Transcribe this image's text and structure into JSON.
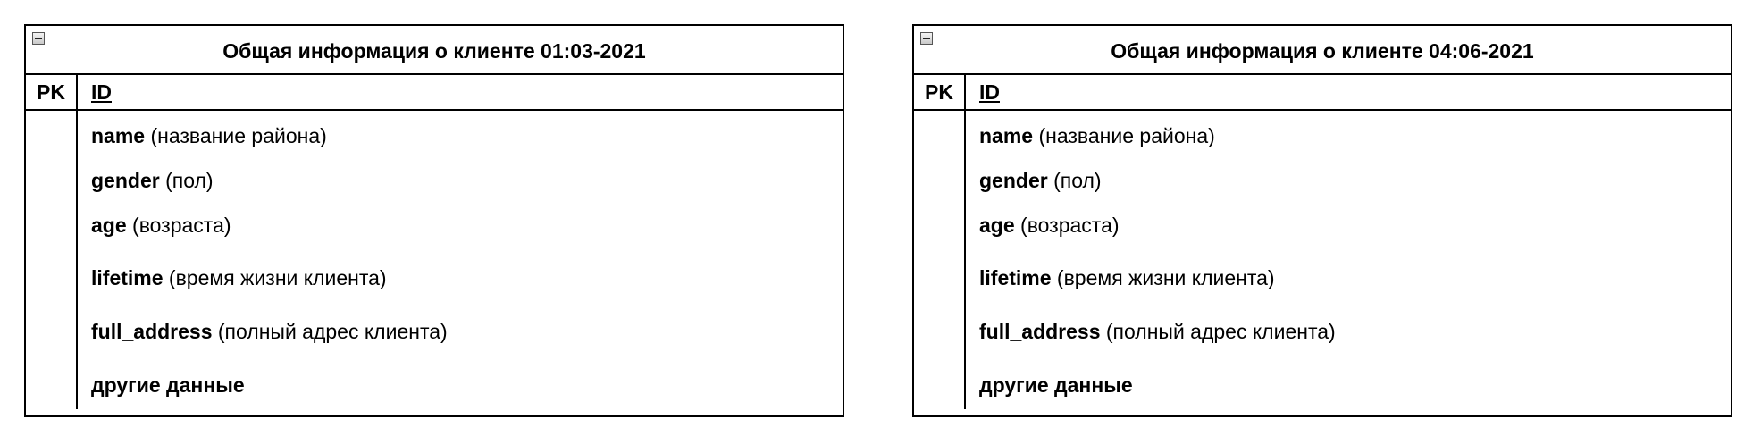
{
  "entities": [
    {
      "title": "Общая информация о клиенте 01:03-2021",
      "pk_label": "PK",
      "pk_field": "ID",
      "fields": [
        {
          "name": "name",
          "desc": " (название района)"
        },
        {
          "name": "gender",
          "desc": " (пол)"
        },
        {
          "name": "age",
          "desc": " (возраста)"
        },
        {
          "name": "lifetime",
          "desc": " (время жизни клиента)"
        },
        {
          "name": "full_address",
          "desc": " (полный адрес клиента)"
        },
        {
          "name": "другие данные",
          "desc": ""
        }
      ]
    },
    {
      "title": "Общая информация о клиенте 04:06-2021",
      "pk_label": "PK",
      "pk_field": "ID",
      "fields": [
        {
          "name": "name",
          "desc": " (название района)"
        },
        {
          "name": "gender",
          "desc": " (пол)"
        },
        {
          "name": "age",
          "desc": " (возраста)"
        },
        {
          "name": "lifetime",
          "desc": " (время жизни клиента)"
        },
        {
          "name": "full_address",
          "desc": " (полный адрес клиента)"
        },
        {
          "name": "другие данные",
          "desc": ""
        }
      ]
    }
  ]
}
